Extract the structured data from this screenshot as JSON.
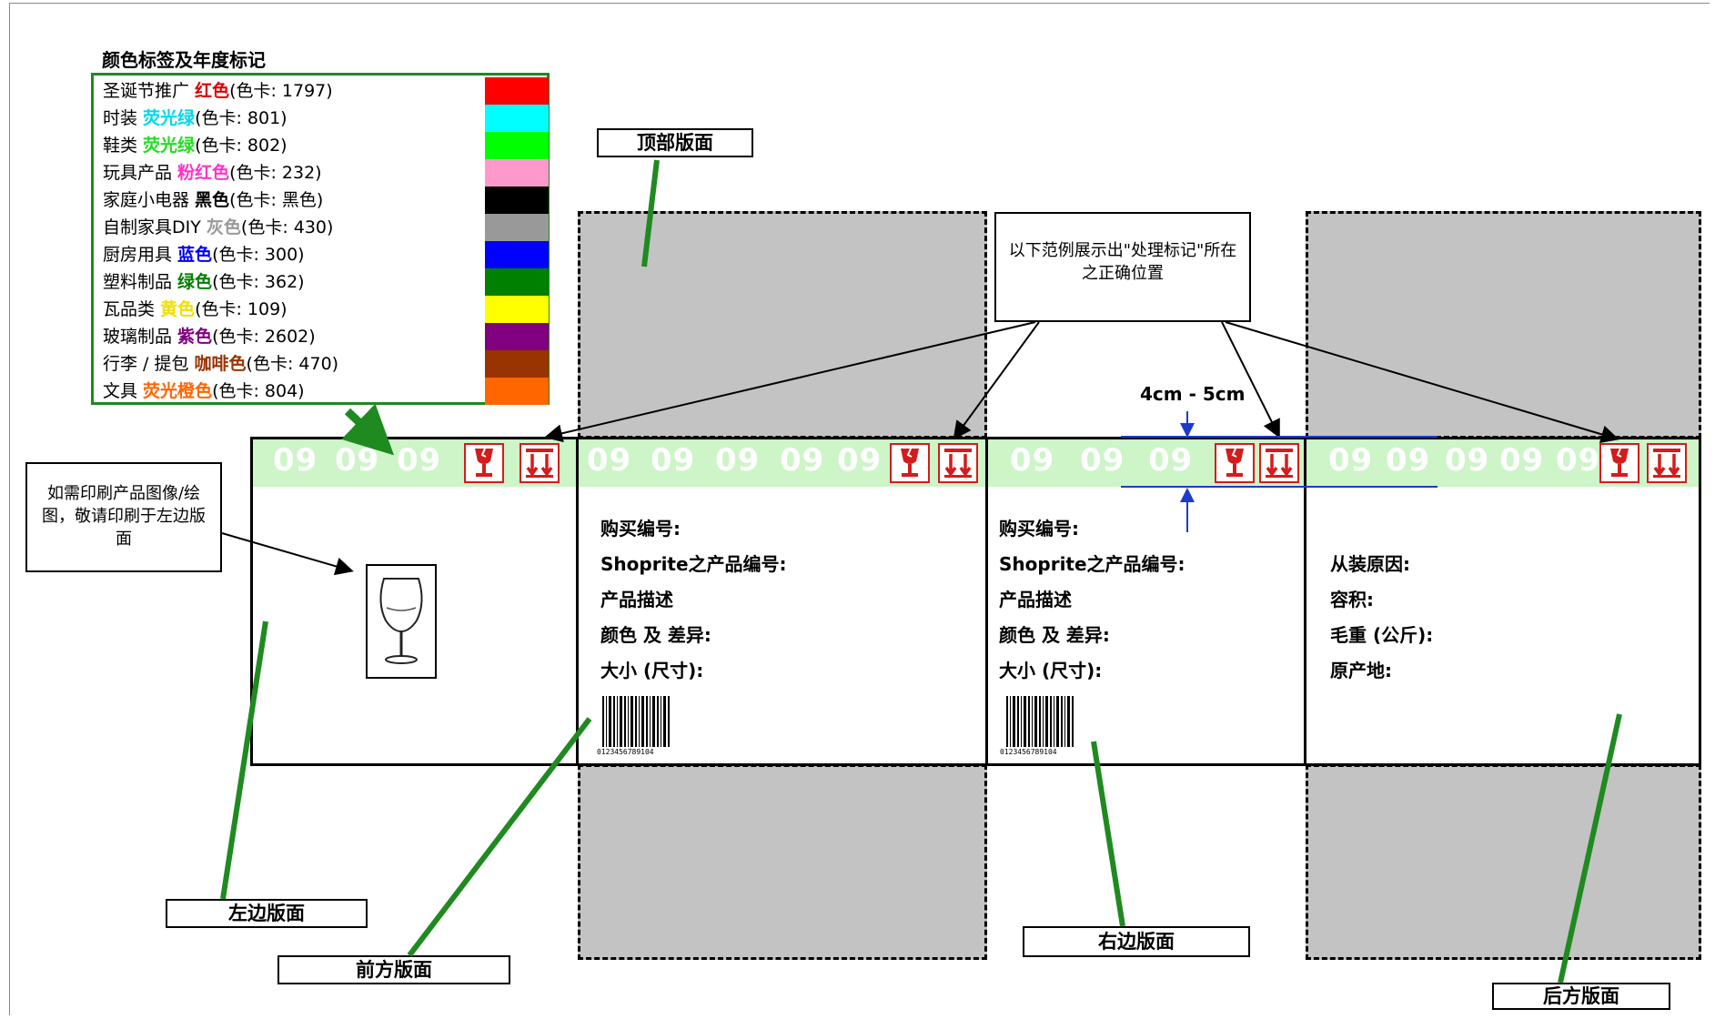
{
  "legend": {
    "title": "颜色标签及年度标记",
    "rows": [
      {
        "pre": "圣诞节推广 ",
        "color_name": "红色",
        "post": "(色卡: 1797)",
        "swatch": "#ff0000",
        "text_color": "#e00000"
      },
      {
        "pre": "时装 ",
        "color_name": "荧光绿",
        "post": "(色卡: 801)",
        "swatch": "#00ffff",
        "text_color": "#00d8e8"
      },
      {
        "pre": "鞋类 ",
        "color_name": "荧光绿",
        "post": "(色卡: 802)",
        "swatch": "#00ff00",
        "text_color": "#22dd22"
      },
      {
        "pre": "玩具产品 ",
        "color_name": "粉红色",
        "post": "(色卡: 232)",
        "swatch": "#ff99cc",
        "text_color": "#ff33cc"
      },
      {
        "pre": "家庭小电器 ",
        "color_name": "黑色",
        "post": "(色卡: 黑色)",
        "swatch": "#000000",
        "text_color": "#000000"
      },
      {
        "pre": "自制家具DIY ",
        "color_name": "灰色",
        "post": "(色卡: 430)",
        "swatch": "#999999",
        "text_color": "#999999"
      },
      {
        "pre": "厨房用具 ",
        "color_name": "蓝色",
        "post": "(色卡: 300)",
        "swatch": "#0000ff",
        "text_color": "#0000ee"
      },
      {
        "pre": "塑料制品 ",
        "color_name": "绿色",
        "post": "(色卡: 362)",
        "swatch": "#008000",
        "text_color": "#008000"
      },
      {
        "pre": "瓦品类 ",
        "color_name": "黄色",
        "post": "(色卡: 109)",
        "swatch": "#ffff00",
        "text_color": "#f0e000"
      },
      {
        "pre": "玻璃制品 ",
        "color_name": "紫色",
        "post": "(色卡: 2602)",
        "swatch": "#800080",
        "text_color": "#800080"
      },
      {
        "pre": "行李 / 提包 ",
        "color_name": "咖啡色",
        "post": "(色卡: 470)",
        "swatch": "#993300",
        "text_color": "#993300"
      },
      {
        "pre": "文具 ",
        "color_name": "荧光橙色",
        "post": "(色卡: 804)",
        "swatch": "#ff6600",
        "text_color": "#ff6600"
      }
    ]
  },
  "labels": {
    "top_panel": "顶部版面",
    "left_panel": "左边版面",
    "front_panel": "前方版面",
    "right_panel": "右边版面",
    "back_panel": "后方版面"
  },
  "notes": {
    "marking_position": "以下范例展示出\"处理标记\"所在之正确位置",
    "image_note": "如需印刷产品图像/绘图，敬请印刷于左边版面",
    "dimension": "4cm - 5cm"
  },
  "band": {
    "year_mark": "09"
  },
  "front_panel": {
    "fields": [
      "购买编号:",
      "Shoprite之产品编号:",
      "产品描述",
      "颜色 及 差异:",
      "大小 (尺寸):"
    ],
    "barcode_number": "0123456789104"
  },
  "right_panel": {
    "fields": [
      "购买编号:",
      "Shoprite之产品编号:",
      "产品描述",
      "颜色 及 差异:",
      "大小 (尺寸):"
    ],
    "barcode_number": "0123456789104"
  },
  "back_panel": {
    "fields": [
      "从装原因:",
      "容积:",
      "毛重 (公斤):",
      "原产地:"
    ]
  },
  "colors": {
    "pointer_green": "#1f8a1f",
    "flap_gray": "#c3c3c3",
    "band_green": "#cdf5c8",
    "symbol_red": "#d41c1c",
    "dimension_blue": "#1a3ccc"
  }
}
